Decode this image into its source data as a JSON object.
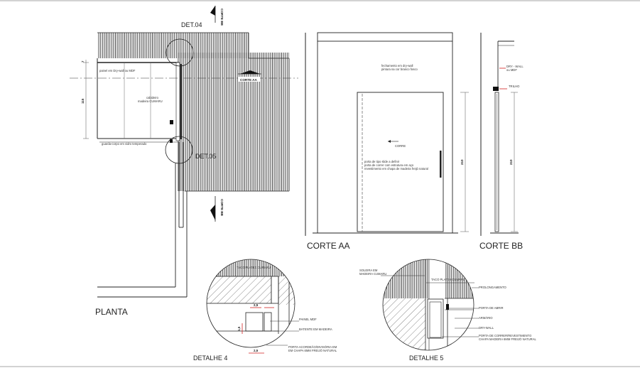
{
  "labels": {
    "det04": "DET.04",
    "det05": "DET.05",
    "planta": "PLANTA",
    "corte_aa": "CORTE AA",
    "corte_bb": "CORTE BB",
    "detalhe4": "DETALHE 4",
    "detalhe5": "DETALHE 5"
  },
  "cut_marks": {
    "bb_top": "CORTE BB",
    "bb_bottom": "CORTE BB",
    "aa_right": "CORTE AA"
  },
  "plan_notes": {
    "painel": "painel em Dry-wall ou MDF",
    "cabideiro": "cabideiro\nmadeira CUMARU",
    "guarda": "guarda-corpo em vidro temperado"
  },
  "dimensions": {
    "plan_v1": "7",
    "plan_v2": "115",
    "aa_height": "210",
    "bb_height": "210",
    "d4_a": "2,5",
    "d4_b": "1,5",
    "d4_c": "2,5"
  },
  "corte_aa_notes": {
    "fechamento": "fechamento em dry-wall\npintura na cor branco fosco",
    "corre": "CORRE",
    "porta": "porta de tipo slide a definir\nporta de correr com estrutura em aço\nrevestimento em chapa de madeira freijó natural"
  },
  "corte_bb_notes": {
    "dry_wall": "DRY - WALL\nou MDF",
    "trilho": "TRILHO"
  },
  "detalhe4_notes": {
    "top": "TACO PLATEX CUMARU",
    "painel": "PAINEL MDF",
    "batente": "BATENTE EM MADEIRA",
    "porta": "PORTA ACORDEÃO/DIVISÓRIA EM\nEM CHAPA 6MM FREIJÓ NATURAL"
  },
  "detalhe5_notes": {
    "soleira": "SOLEIRA EM\nMADEIRA CUMARU",
    "top": "TACO PLATEX CUMARU",
    "prolongamento": "PROLONGAMENTO",
    "porta_abrir": "PORTA DE ABRIR",
    "armario": "ARMÁRIO",
    "dry_wall": "DRY-WALL",
    "porta_correr": "PORTA DE CORRER/REVESTIMENTO\nCHAPA MADEIRA 6MM FREIJÓ NATURAL"
  },
  "colors": {
    "line": "#222222",
    "dim_red": "#d22222",
    "hatch": "#444444"
  }
}
